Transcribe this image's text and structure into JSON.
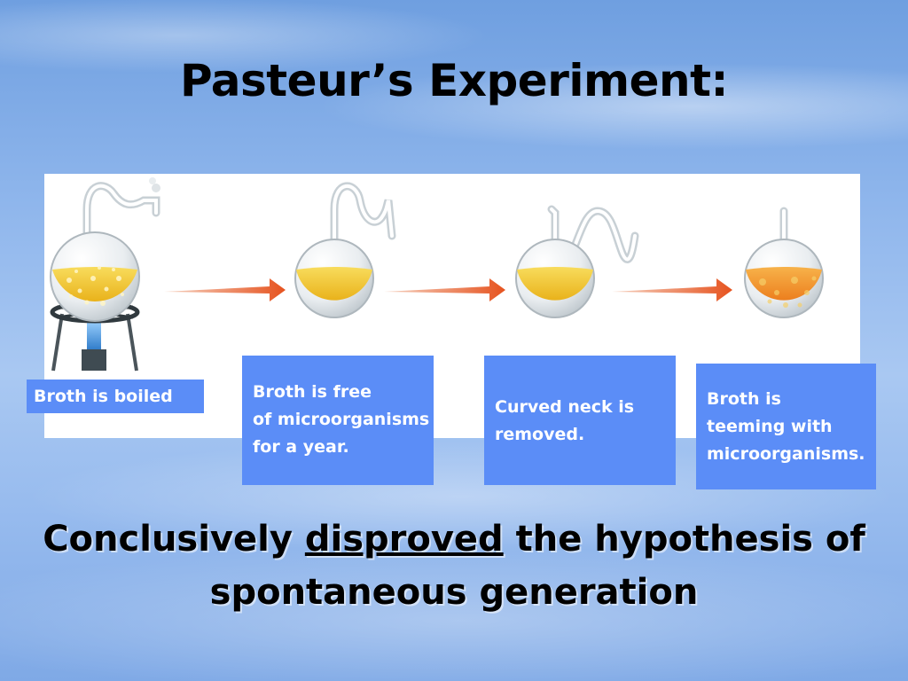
{
  "title": "Pasteur’s Experiment:",
  "captions": [
    "Broth is boiled",
    "Broth is free\nof microorganisms\nfor a year.",
    "Curved neck is\nremoved.",
    "Broth is\nteeming with\nmicroorganisms."
  ],
  "conclusion": {
    "part1": "Conclusively ",
    "emphasis": "disproved",
    "part2": " the hypothesis of spontaneous generation"
  },
  "colors": {
    "caption_bg": "#5b8df7",
    "broth": "#f2c531",
    "broth_teeming": "#f29a2c",
    "arrow": "#e6531f",
    "flame": "#2f86d8"
  },
  "icons": [
    "flask-boiling-icon",
    "flask-swan-neck-icon",
    "flask-neck-removed-icon",
    "flask-teeming-icon",
    "arrow-right-icon",
    "bunsen-burner-icon"
  ]
}
